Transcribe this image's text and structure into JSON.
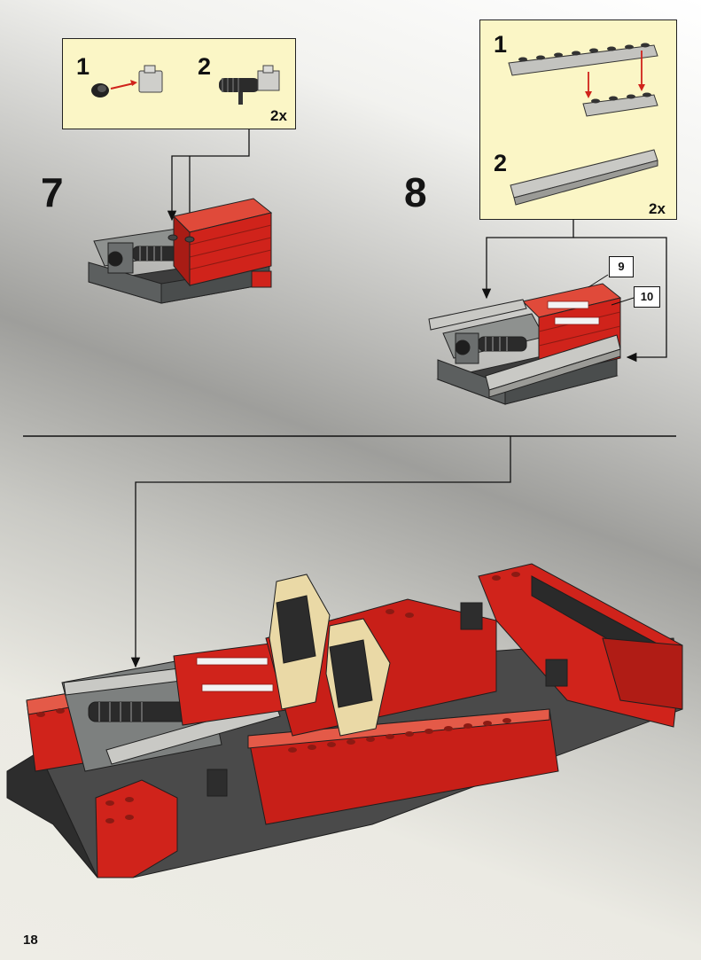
{
  "page_number": "18",
  "step7": {
    "number": "7",
    "callout": {
      "sub1": "1",
      "sub2": "2",
      "quantity": "2x"
    }
  },
  "step8": {
    "number": "8",
    "callout": {
      "sub1": "1",
      "sub2": "2",
      "quantity": "2x"
    },
    "stickers": [
      "9",
      "10"
    ]
  },
  "colors": {
    "red": "#d0231b",
    "dark_gray": "#5c5f5f",
    "light_gray": "#bcbcb8",
    "tan": "#ead9a6",
    "black": "#262626",
    "callout_bg": "#fbf6c6"
  }
}
